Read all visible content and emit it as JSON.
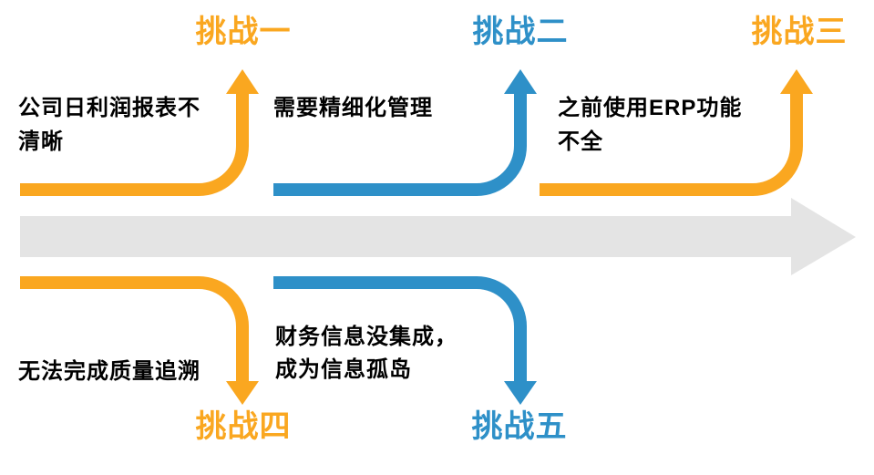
{
  "colors": {
    "orange": "#FAA720",
    "blue": "#2E90C8",
    "gray": "#E4E4E4",
    "text": "#000000",
    "background": "#FFFFFF"
  },
  "timeline": {
    "direction": "right"
  },
  "challenges": [
    {
      "label": "挑战一",
      "color_name": "orange",
      "arrow_direction": "up",
      "desc_lines": [
        "公司日利润报表不",
        "清晰"
      ]
    },
    {
      "label": "挑战二",
      "color_name": "blue",
      "arrow_direction": "up",
      "desc_lines": [
        "需要精细化管理"
      ]
    },
    {
      "label": "挑战三",
      "color_name": "orange",
      "arrow_direction": "up",
      "desc_lines": [
        "之前使用ERP功能",
        "不全"
      ]
    },
    {
      "label": "挑战四",
      "color_name": "orange",
      "arrow_direction": "down",
      "desc_lines": [
        "无法完成质量追溯"
      ]
    },
    {
      "label": "挑战五",
      "color_name": "blue",
      "arrow_direction": "down",
      "desc_lines": [
        "财务信息没集成，",
        "成为信息孤岛"
      ]
    }
  ]
}
